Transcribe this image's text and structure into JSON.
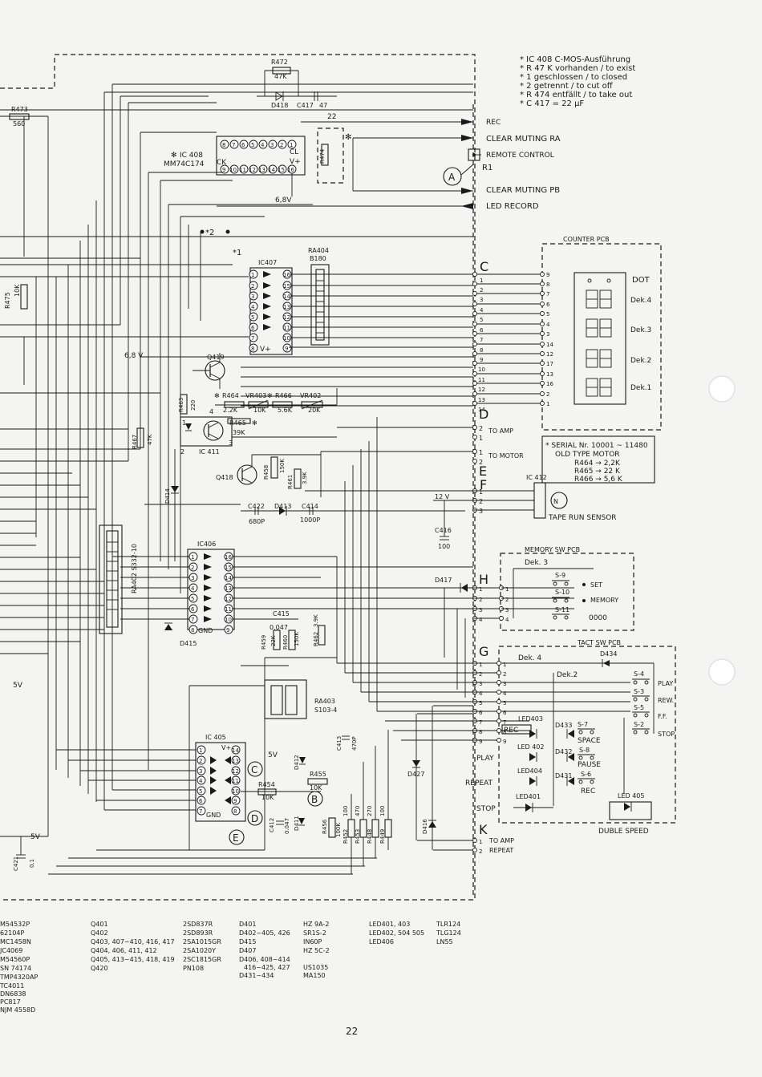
{
  "notes": {
    "lines": [
      "* IC 408 C-MOS-Ausführung",
      "* R 47 K vorhanden  /  to exist",
      "* 1 geschlossen  /  to closed",
      "* 2 getrennt  /  to cut off",
      "* R 474 entfällt  /  to take out",
      "* C 417 = 22 μF"
    ]
  },
  "serial_note": {
    "lines": [
      "* SERIAL Nr. 10001 ~ 11480",
      "OLD TYPE MOTOR",
      "R464 → 2,2K",
      "R465 → 22 K",
      "R466 → 5,6 K"
    ]
  },
  "signals": {
    "rec": "REC",
    "clear_muting_ra": "CLEAR MUTING RA",
    "remote_control": "REMOTE CONTROL",
    "r1": "R1",
    "clear_muting_pb": "CLEAR MUTING PB",
    "led_record": "LED RECORD",
    "to_amp": "TO AMP",
    "to_motor": "TO MOTOR",
    "tape_run_sensor": "TAPE RUN SENSOR",
    "play": "PLAY",
    "repeat": "REPEAT",
    "stop": "STOP",
    "k_to_amp": "TO AMP",
    "k_repeat": "REPEAT"
  },
  "connectors": {
    "C": "C",
    "D": "D",
    "E": "E",
    "F": "F",
    "H": "H",
    "G": "G",
    "K": "K",
    "circle_a": "A",
    "circle_b": "B",
    "circle_c": "C",
    "circle_d": "D",
    "circle_e": "E"
  },
  "counter_pcb": {
    "title": "COUNTER PCB",
    "dot": "DOT",
    "digits": [
      "Dek.4",
      "Dek.3",
      "Dek.2",
      "Dek.1"
    ],
    "pins": [
      "9",
      "8",
      "7",
      "6",
      "5",
      "4",
      "3",
      "14",
      "12",
      "17",
      "13",
      "16",
      "2",
      "1"
    ]
  },
  "memory_pcb": {
    "title": "MEMORY SW PCB",
    "dek": "Dek. 3",
    "switches": [
      "S-9",
      "S-10",
      "S-11"
    ],
    "labels": [
      "SET",
      "MEMORY",
      "0000"
    ]
  },
  "tact_pcb": {
    "title": "TACT SW PCB",
    "dek4": "Dek. 4",
    "dek2": "Dek.2",
    "d434": "D434",
    "switches": [
      "S-4",
      "S-3",
      "S-5",
      "S-2",
      "S-7",
      "S-8",
      "S-6"
    ],
    "functions": [
      "PLAY",
      "REW.",
      "F.F.",
      "STOP",
      "SPACE",
      "PAUSE",
      "REC"
    ],
    "leds": [
      "LED403",
      "LED 402",
      "LED404",
      "LED401",
      "LED 405"
    ],
    "diodes": [
      "D433",
      "D432",
      "D431"
    ],
    "rec_label": "REC",
    "duble_speed": "DUBLE SPEED"
  },
  "ics": {
    "ic408": "IC 408",
    "ic408_type": "MM74C174",
    "ic408_ck": "CK",
    "ic408_cl": "CL",
    "ic408_vplus": "V+",
    "ic407": "IC407",
    "ic406": "IC406",
    "ic405": "IC 405",
    "ic411": "IC 411",
    "ic412": "IC 412",
    "ra404": "RA404",
    "ra404_val": "B180",
    "ra402": "RA402  S332-10",
    "ra403": "RA403",
    "ra403_val": "S103-4",
    "gnd": "GND",
    "vplus": "V+"
  },
  "components": {
    "r472": "R472",
    "r472_val": "47K",
    "d418": "D418",
    "c417": "C417",
    "c417_val": "47",
    "r473": "R473",
    "r473_val": "560",
    "r474": "R474",
    "r475": "R475",
    "r475_val": "10K",
    "q419": "Q419",
    "q418": "Q418",
    "r463": "R463",
    "r463_val": "220",
    "r464": "R464",
    "r464_val": "2.2K",
    "vr403": "VR403",
    "vr403_val": "10K",
    "r466": "R466",
    "r466_val": "5.6K",
    "vr402": "VR402",
    "vr402_val": "20K",
    "r465": "R465",
    "r465_val": "39K",
    "r467": "R467",
    "r467_val": "47K",
    "r458": "R458",
    "r458_val": "150K",
    "r461": "R461",
    "r461_val": "3.9K",
    "c422": "C422",
    "c422_val": "680P",
    "d413": "D413",
    "c414": "C414",
    "c414_val": "1000P",
    "c416": "C416",
    "c416_val": "100",
    "d414": "D414",
    "d415": "D415",
    "d417": "D417",
    "c415": "C415",
    "c415_val": "0.047",
    "r459": "R459",
    "r459_val": "22K",
    "r460": "R460",
    "r460_val": "150K",
    "r462": "R462",
    "r462_val": "3.9K",
    "c413": "C413",
    "c413_val": "470P",
    "d412": "D412",
    "r455": "R455",
    "r455_val": "10K",
    "r454": "R454",
    "r454_val": "10K",
    "c412": "C412",
    "c412_val": "0.047",
    "d411": "D411",
    "r456": "R456",
    "r456_val": "100K",
    "r452": "R452",
    "r452_val": "100",
    "r453": "R453",
    "r453_val": "470",
    "r448": "R448",
    "r448_val": "270",
    "r449": "R449",
    "r449_val": "100",
    "d416": "D416",
    "d427": "D427",
    "c421": "C421",
    "c421_val": "0.1",
    "v68a": "6,8V",
    "v68b": "6,8 V",
    "v12": "12 V",
    "v5a": "5V",
    "v5b": "5V",
    "v5c": "5V",
    "v22": "22",
    "star1": "*1",
    "star2": "*2"
  },
  "legend_ics": [
    "M54532P",
    "62104P",
    "MC1458N",
    "JC4069",
    "M54560P",
    "SN 74174",
    "TMP4320AP",
    "TC4011",
    "DN6838",
    "PC817",
    "NJM 4558D"
  ],
  "legend_q": [
    [
      "Q401",
      "2SD837R"
    ],
    [
      "Q402",
      "2SD893R"
    ],
    [
      "Q403, 407~410, 416, 417",
      "2SA1015GR"
    ],
    [
      "Q404, 406, 411, 412",
      "2SA1020Y"
    ],
    [
      "Q405, 413~415, 418, 419",
      "2SC1815GR"
    ],
    [
      "Q420",
      "PN108"
    ]
  ],
  "legend_d": [
    [
      "D401",
      "HZ 9A-2"
    ],
    [
      "D402~405, 426",
      "SR1S-2"
    ],
    [
      "D415",
      "IN60P"
    ],
    [
      "D407",
      "HZ 5C-2"
    ],
    [
      "D406, 408~414",
      ""
    ],
    [
      "416~425, 427",
      "US1035"
    ],
    [
      "D431~434",
      "MA150"
    ]
  ],
  "legend_led": [
    [
      "LED401, 403",
      "TLR124"
    ],
    [
      "LED402, 504 505",
      "TLG124"
    ],
    [
      "LED406",
      "LN55"
    ]
  ],
  "page_number": "22"
}
